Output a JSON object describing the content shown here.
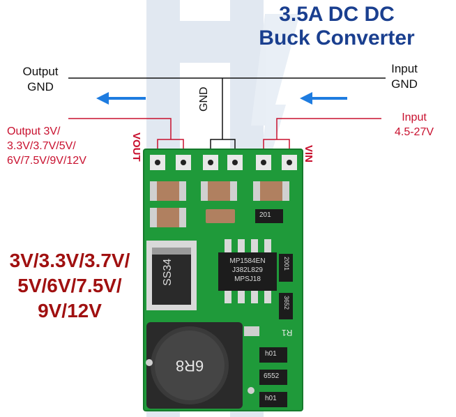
{
  "title": {
    "line1": "3.5A DC DC",
    "line2": "Buck Converter"
  },
  "labels": {
    "output_gnd": [
      "Output",
      "GND"
    ],
    "input_gnd": [
      "Input",
      "GND"
    ],
    "gnd": "GND",
    "vout": "VOUT",
    "vin": "VIN",
    "output_voltages": [
      "Output 3V/",
      "3.3V/3.7V/5V/",
      "6V/7.5V/9V/12V"
    ],
    "input_voltage": [
      "Input",
      "4.5-27V"
    ]
  },
  "voltage_options": [
    "3V/3.3V/3.7V/",
    "5V/6V/7.5V/",
    "9V/12V"
  ],
  "board": {
    "ic_marking": [
      "MP1584EN",
      "J382L829",
      "MPSJ18"
    ],
    "diode_marking": "SS34",
    "inductor_marking": "6R8",
    "resistor_markings": [
      "201",
      "2001",
      "3652",
      "R1",
      "h01",
      "6552",
      "h01"
    ]
  },
  "colors": {
    "title": "#1a3f8f",
    "label_red": "#c8102e",
    "voltage_red": "#a01010",
    "pcb_green": "#1f9a3a",
    "arrow_blue": "#1e7ce0",
    "watermark": "#c9d6e6"
  }
}
